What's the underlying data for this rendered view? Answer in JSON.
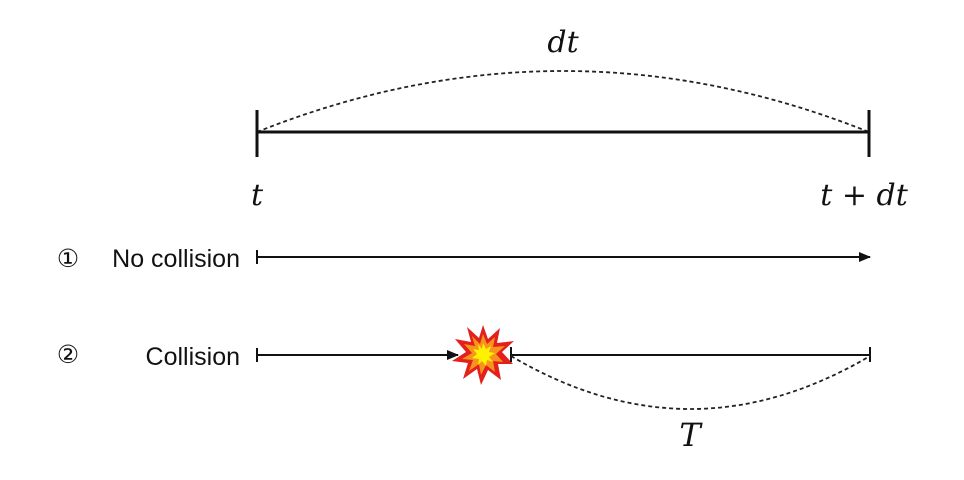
{
  "interval": {
    "duration_label": "dt",
    "start_label": "t",
    "end_label": "t + dt"
  },
  "cases": [
    {
      "marker": "①",
      "label": "No collision"
    },
    {
      "marker": "②",
      "label": "Collision",
      "remaining_label": "T",
      "event_icon": "explosion-icon"
    }
  ],
  "colors": {
    "ink": "#111111",
    "explosion_outer": "#e3201b",
    "explosion_mid": "#f7941d",
    "explosion_inner": "#fff200"
  }
}
